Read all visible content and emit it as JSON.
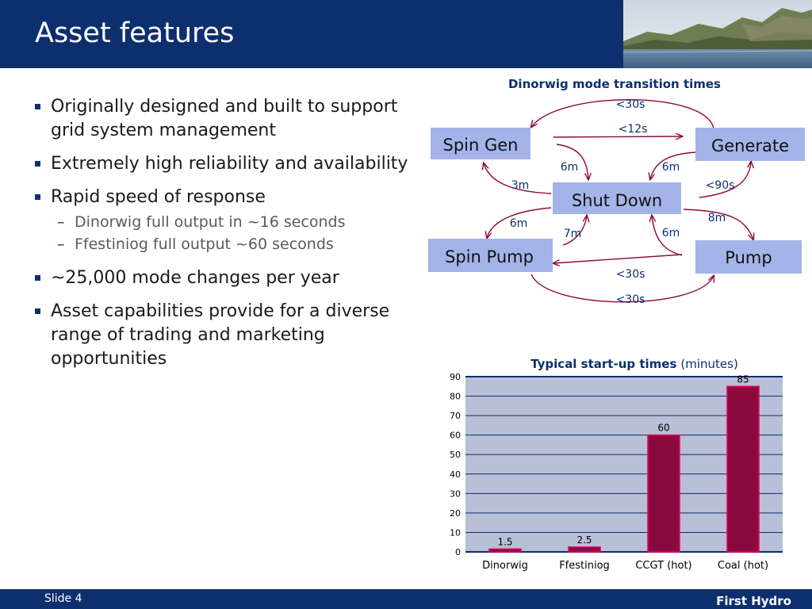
{
  "slide": {
    "title": "Asset features",
    "slide_number": "Slide 4",
    "brand": "First Hydro"
  },
  "bullets": [
    {
      "text": "Originally designed and built to support grid system management"
    },
    {
      "text": "Extremely high reliability and availability"
    },
    {
      "text": "Rapid speed of response",
      "sub": [
        "Dinorwig full output in ~16 seconds",
        "Ffestiniog full output ~60 seconds"
      ]
    },
    {
      "text": "~25,000 mode changes per year"
    },
    {
      "text": "Asset capabilities provide for a diverse range of trading and marketing opportunities"
    }
  ],
  "diagram": {
    "title": "Dinorwig mode transition times",
    "nodes": [
      "Spin Gen",
      "Generate",
      "Shut Down",
      "Spin Pump",
      "Pump"
    ],
    "transitions": [
      {
        "from": "Generate",
        "to": "Spin Gen",
        "time": "<30s"
      },
      {
        "from": "Spin Gen",
        "to": "Generate",
        "time": "<12s"
      },
      {
        "from": "Spin Gen",
        "to": "Shut Down",
        "time": "6m"
      },
      {
        "from": "Generate",
        "to": "Shut Down",
        "time": "6m"
      },
      {
        "from": "Shut Down",
        "to": "Spin Gen",
        "time": "3m"
      },
      {
        "from": "Shut Down",
        "to": "Generate",
        "time": "<90s"
      },
      {
        "from": "Shut Down",
        "to": "Spin Pump",
        "time": "6m"
      },
      {
        "from": "Spin Pump",
        "to": "Shut Down",
        "time": "7m"
      },
      {
        "from": "Shut Down",
        "to": "Pump",
        "time": "8m"
      },
      {
        "from": "Pump",
        "to": "Shut Down",
        "time": "6m"
      },
      {
        "from": "Pump",
        "to": "Spin Pump",
        "time": "<30s"
      },
      {
        "from": "Spin Pump",
        "to": "Pump",
        "time": "<30s"
      }
    ]
  },
  "chart_data": {
    "type": "bar",
    "title": "Typical start-up times",
    "title_unit": "(minutes)",
    "categories": [
      "Dinorwig",
      "Ffestiniog",
      "CCGT (hot)",
      "Coal (hot)"
    ],
    "values": [
      1.5,
      2.5,
      60,
      85
    ],
    "value_labels": [
      "1.5",
      "2.5",
      "60",
      "85"
    ],
    "yticks": [
      "0",
      "10",
      "20",
      "30",
      "40",
      "50",
      "60",
      "70",
      "80",
      "90"
    ],
    "ylim": [
      0,
      90
    ],
    "xlabel": "",
    "ylabel": "",
    "grid": true,
    "colors": {
      "bar": "#8b0a3e",
      "bar_edge": "#e3005f",
      "plot_bg": "#b8bfd6",
      "grid": "#0d2f6e"
    }
  }
}
